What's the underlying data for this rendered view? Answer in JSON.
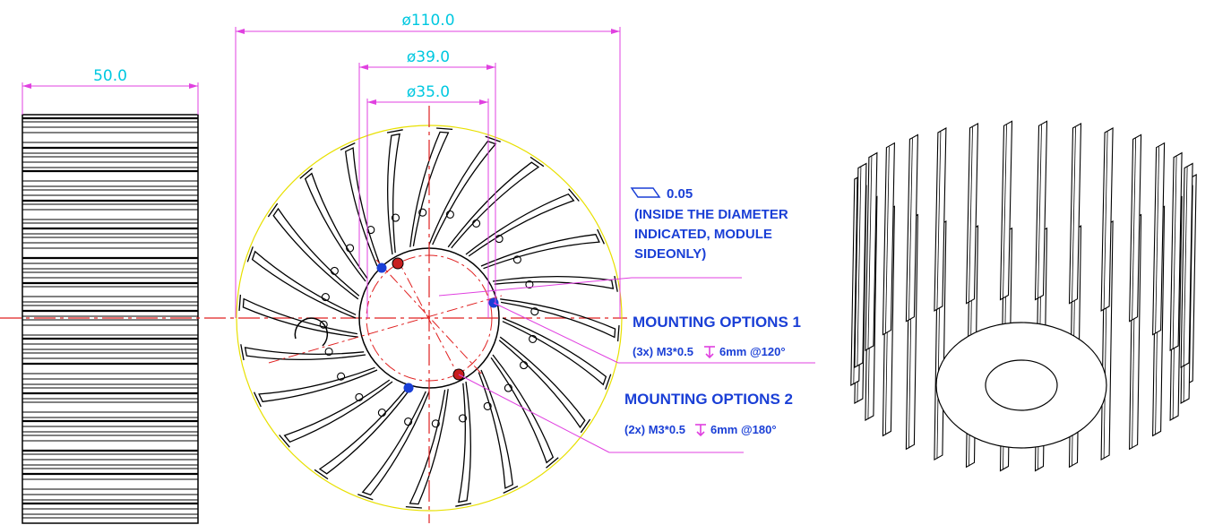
{
  "dimensions": {
    "width_label": "50.0",
    "outer_diameter": "ø110.0",
    "mid_diameter": "ø39.0",
    "inner_diameter": "ø35.0"
  },
  "flatness_note": {
    "symbol": "flatness-icon",
    "value": "0.05",
    "lines": [
      "(INSIDE THE DIAMETER",
      "INDICATED, MODULE",
      "SIDEONLY)"
    ]
  },
  "mounting_options": [
    {
      "title": "MOUNTING OPTIONS 1",
      "spec_prefix": "(3x) M3*0.5",
      "depth_symbol": "depth-icon",
      "spec_suffix": "6mm @120°",
      "marker_color": "#1a3fd6"
    },
    {
      "title": "MOUNTING OPTIONS 2",
      "spec_prefix": "(2x) M3*0.5",
      "depth_symbol": "depth-icon",
      "spec_suffix": "6mm @180°",
      "marker_color": "#c81e1e"
    }
  ],
  "colors": {
    "dimension_line": "#e040e0",
    "dimension_text": "#00c8e0",
    "centerline": "#e02020",
    "outline": "#000000",
    "outer_circle": "#e8e000",
    "note_text": "#1a3fd6"
  }
}
